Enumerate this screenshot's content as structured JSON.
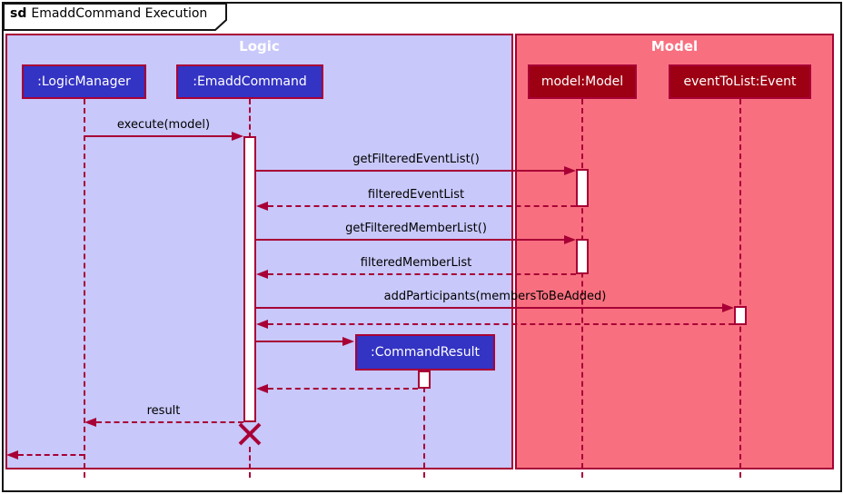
{
  "title_tab": {
    "keyword": "sd",
    "title": "EmaddCommand Execution"
  },
  "frames": {
    "logic": {
      "label": "Logic"
    },
    "model": {
      "label": "Model"
    }
  },
  "participants": {
    "logic_manager": {
      "label": ":LogicManager"
    },
    "emadd_command": {
      "label": ":EmaddCommand"
    },
    "model": {
      "label": "model:Model"
    },
    "event_to_list": {
      "label": "eventToList:Event"
    },
    "command_result": {
      "label": ":CommandResult"
    }
  },
  "messages": {
    "execute": {
      "label": "execute(model)",
      "type": "sync"
    },
    "get_filtered_event_list": {
      "label": "getFilteredEventList()",
      "type": "sync"
    },
    "filtered_event_list": {
      "label": "filteredEventList",
      "type": "return"
    },
    "get_filtered_member_list": {
      "label": "getFilteredMemberList()",
      "type": "sync"
    },
    "filtered_member_list": {
      "label": "filteredMemberList",
      "type": "return"
    },
    "add_participants": {
      "label": "addParticipants(membersToBeAdded)",
      "type": "sync"
    },
    "add_participants_return": {
      "label": "",
      "type": "return"
    },
    "create_command_result": {
      "label": "",
      "type": "create"
    },
    "command_result_return": {
      "label": "",
      "type": "return"
    },
    "result": {
      "label": "result",
      "type": "return"
    },
    "final_return": {
      "label": "",
      "type": "return"
    }
  },
  "colors": {
    "line": "#A80036",
    "logic_background": "#C8C8FA",
    "logic_participant": "#3333C4",
    "model_background": "#F8707F",
    "model_participant": "#9D0012"
  }
}
